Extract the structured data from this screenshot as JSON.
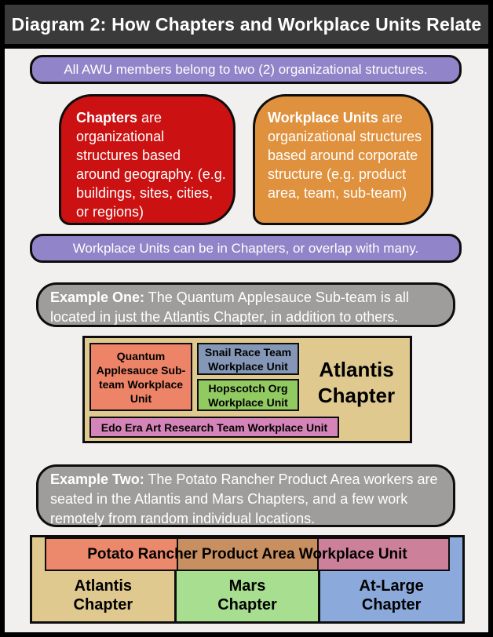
{
  "title": "Diagram 2: How Chapters and Workplace Units Relate",
  "statements": {
    "membership": "All AWU members belong to two (2) organizational structures.",
    "overlap": "Workplace Units can be in Chapters, or overlap with many."
  },
  "definitions": {
    "chapters": {
      "lead": "Chapters",
      "rest": " are organizational structures based around geography. (e.g. buildings, sites, cities, or regions)",
      "color": "#cb1111"
    },
    "workplace_units": {
      "lead": "Workplace Units",
      "rest": " are organizational structures based around corporate structure (e.g. product area, team, sub-team)",
      "color": "#e0913d"
    }
  },
  "examples": {
    "one": {
      "lead": "Example One:",
      "rest": " The Quantum Applesauce Sub-team is all located in just the Atlantis Chapter, in addition to others."
    },
    "two": {
      "lead": "Example Two:",
      "rest": " The Potato Rancher Product Area workers are seated in the Atlantis and Mars Chapters, and a few work remotely from random individual locations."
    }
  },
  "example_one_diagram": {
    "chapter_label": "Atlantis Chapter",
    "chapter_color": "#dfc98f",
    "units": [
      {
        "label": "Quantum Applesauce Sub-team Workplace Unit",
        "color": "#ed8367"
      },
      {
        "label": "Snail Race Team Workplace Unit",
        "color": "#8497b6"
      },
      {
        "label": "Hopscotch Org Workplace Unit",
        "color": "#92ca62"
      },
      {
        "label": "Edo Era Art Research Team Workplace Unit",
        "color": "#d584b9"
      }
    ]
  },
  "example_two_diagram": {
    "workplace_unit_label": "Potato Rancher Product Area Workplace Unit",
    "chapters": [
      {
        "label": "Atlantis Chapter",
        "color": "#dfc98f",
        "overlay_color": "#ec886c"
      },
      {
        "label": "Mars Chapter",
        "color": "#a8de8f",
        "overlay_color": "#c88f60"
      },
      {
        "label": "At-Large Chapter",
        "color": "#8ca9db",
        "overlay_color": "#cc8099"
      }
    ]
  },
  "palette": {
    "frame": "#000000",
    "title_bar": "#3a3a3a",
    "background": "#f1f0ee",
    "statement_purple": "#9184c8",
    "example_gray": "#9e9d9c"
  }
}
